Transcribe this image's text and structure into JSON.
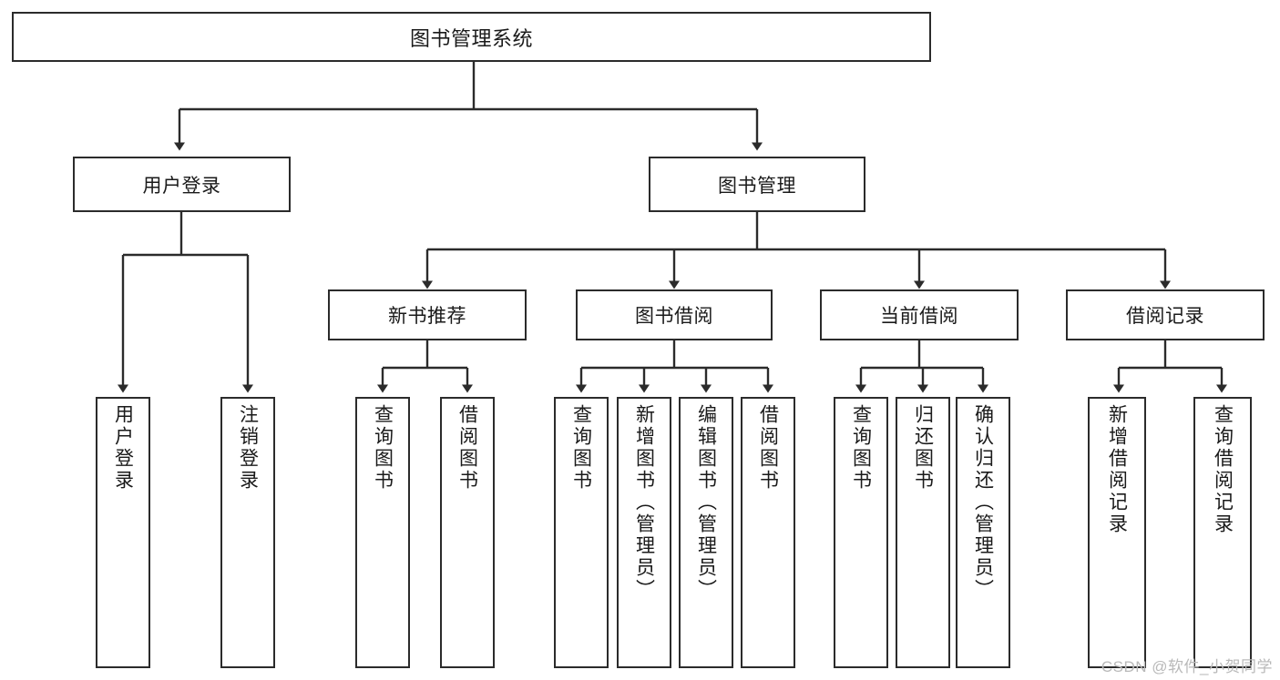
{
  "diagram": {
    "title": "图书管理系统",
    "type": "tree-hierarchy-diagram",
    "colors": {
      "box_border": "#2b2b2b",
      "box_fill": "#ffffff",
      "edge": "#2b2b2b",
      "text": "#1a1a1a",
      "watermark": "#b9b9b9",
      "background": "#ffffff"
    },
    "levels": {
      "level1": [
        {
          "id": "root",
          "label": "图书管理系统",
          "orientation": "horizontal"
        }
      ],
      "level2": [
        {
          "id": "user-login",
          "label": "用户登录",
          "orientation": "horizontal"
        },
        {
          "id": "book-manage",
          "label": "图书管理",
          "orientation": "horizontal"
        }
      ],
      "level3": [
        {
          "id": "new-book-rec",
          "label": "新书推荐",
          "orientation": "horizontal"
        },
        {
          "id": "book-borrow",
          "label": "图书借阅",
          "orientation": "horizontal"
        },
        {
          "id": "current-borrow",
          "label": "当前借阅",
          "orientation": "horizontal"
        },
        {
          "id": "borrow-record",
          "label": "借阅记录",
          "orientation": "horizontal"
        }
      ],
      "level4": [
        {
          "id": "leaf-user-login",
          "label": "用户登录",
          "orientation": "vertical",
          "parent": "user-login"
        },
        {
          "id": "leaf-logout",
          "label": "注销登录",
          "orientation": "vertical",
          "parent": "user-login"
        },
        {
          "id": "leaf-query-book-1",
          "label": "查询图书",
          "orientation": "vertical",
          "parent": "new-book-rec"
        },
        {
          "id": "leaf-borrow-book-1",
          "label": "借阅图书",
          "orientation": "vertical",
          "parent": "new-book-rec"
        },
        {
          "id": "leaf-query-book-2",
          "label": "查询图书",
          "orientation": "vertical",
          "parent": "book-borrow"
        },
        {
          "id": "leaf-add-book",
          "label": "新增图书（管理员）",
          "orientation": "vertical",
          "parent": "book-borrow"
        },
        {
          "id": "leaf-edit-book",
          "label": "编辑图书（管理员）",
          "orientation": "vertical",
          "parent": "book-borrow"
        },
        {
          "id": "leaf-borrow-book-2",
          "label": "借阅图书",
          "orientation": "vertical",
          "parent": "book-borrow"
        },
        {
          "id": "leaf-query-book-3",
          "label": "查询图书",
          "orientation": "vertical",
          "parent": "current-borrow"
        },
        {
          "id": "leaf-return-book",
          "label": "归还图书",
          "orientation": "vertical",
          "parent": "current-borrow"
        },
        {
          "id": "leaf-confirm-return",
          "label": "确认归还（管理员）",
          "orientation": "vertical",
          "parent": "current-borrow"
        },
        {
          "id": "leaf-add-record",
          "label": "新增借阅记录",
          "orientation": "vertical",
          "parent": "borrow-record"
        },
        {
          "id": "leaf-query-record",
          "label": "查询借阅记录",
          "orientation": "vertical",
          "parent": "borrow-record"
        }
      ]
    }
  },
  "watermark": {
    "text": "CSDN @软件_小贺同学"
  }
}
